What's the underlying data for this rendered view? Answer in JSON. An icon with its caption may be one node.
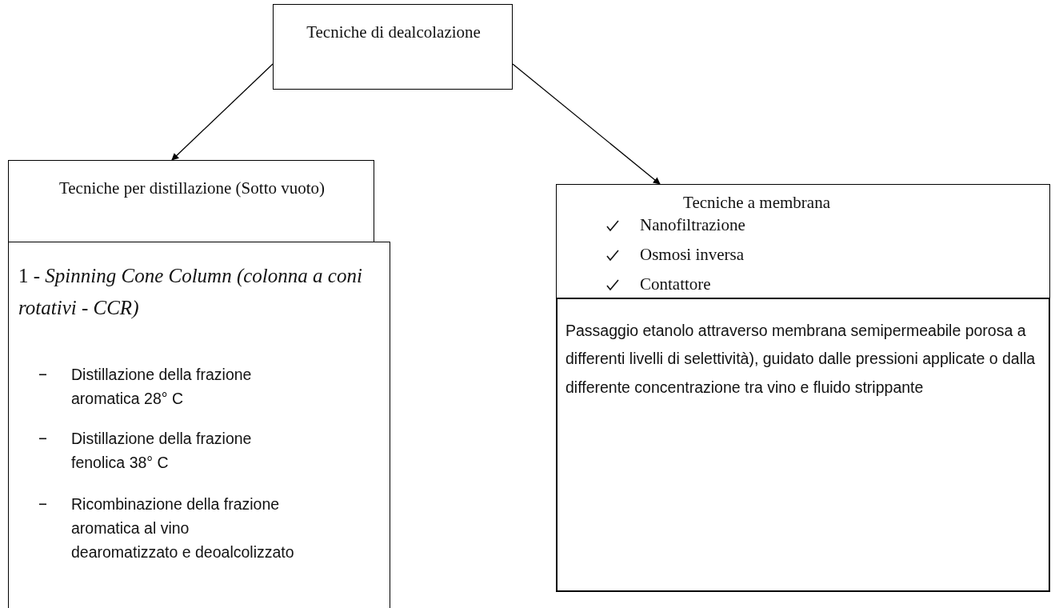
{
  "diagram": {
    "nodes": [
      {
        "text": [
          "Tecniche di dealcolazione"
        ]
      },
      {
        "text": [
          "Tecniche per distillazione (Sotto vuoto)"
        ]
      },
      {
        "text": [
          "1 - *Spinning Cone Column (colonna a coni rotativi - CCR)*",
          "Distillazione della frazione aromatica 28° C",
          "Distillazione della frazione fenolica 38° C",
          "Ricombinazione della frazione aromatica al vino dearomatizzato e deoalcolizzato"
        ]
      },
      {
        "text": [
          "Tecniche a membrana",
          "Nanofiltrazione",
          "Osmosi inversa",
          "Contattore"
        ]
      },
      {
        "text": [
          "Passaggio etanolo attraverso membrana semipermeabile porosa a differenti livelli di selettività), guidato dalle pressioni applicate o dalla differente concentrazione tra vino e fluido strippante"
        ]
      }
    ],
    "edges": [
      {
        "from": 0,
        "to": 1,
        "arrow": "to"
      },
      {
        "from": 0,
        "to": 3,
        "arrow": "to"
      }
    ]
  }
}
